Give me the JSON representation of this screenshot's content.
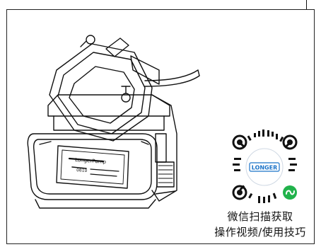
{
  "qr": {
    "logo_text": "LONGER"
  },
  "pump": {
    "brand_plate": "LongerPump",
    "model_code": "0810"
  },
  "caption": {
    "line1": "微信扫描获取",
    "line2": "操作视频/使用技巧"
  },
  "colors": {
    "line_art": "#111111",
    "qr_logo_blue": "#1a73c8",
    "wechat_green": "#21b24b"
  }
}
